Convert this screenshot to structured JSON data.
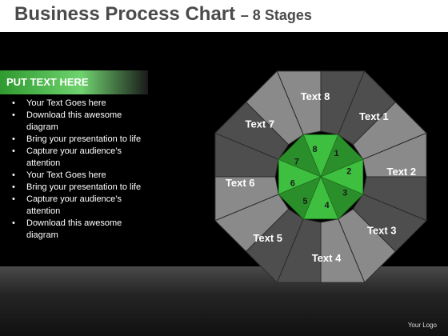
{
  "header": {
    "title": "Business Process Chart",
    "subtitle": "– 8 Stages"
  },
  "sidebar": {
    "banner": "PUT TEXT HERE",
    "bullets": [
      "Your Text Goes here",
      "Download this awesome diagram",
      "Bring your presentation to life",
      "Capture your audience’s attention",
      "Your Text Goes here",
      "Bring your presentation to life",
      "Capture your audience’s attention",
      "Download this awesome diagram"
    ]
  },
  "diagram": {
    "outer_labels": [
      "Text 1",
      "Text 2",
      "Text 3",
      "Text 4",
      "Text 5",
      "Text 6",
      "Text 7",
      "Text 8"
    ],
    "inner_numbers": [
      "1",
      "2",
      "3",
      "4",
      "5",
      "6",
      "7",
      "8"
    ],
    "colors": {
      "inner_green": "#3fbf3f",
      "inner_green_dark": "#2a8f2a",
      "outer_light": "#8a8a8a",
      "outer_dark": "#4e4e4e"
    }
  },
  "footer": {
    "logo_text": "Your Logo"
  }
}
